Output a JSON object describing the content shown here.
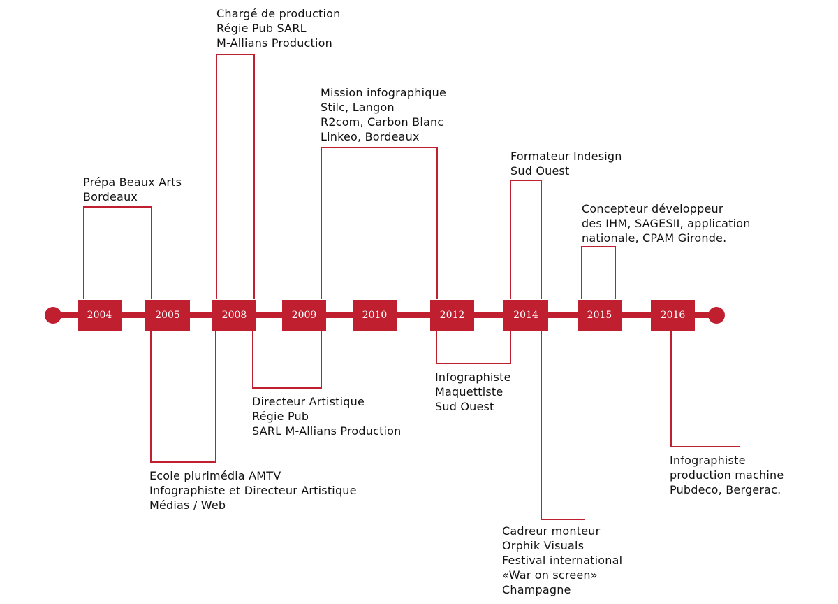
{
  "timeline": {
    "accent_color": "#c01f2f",
    "years": [
      "2004",
      "2005",
      "2008",
      "2009",
      "2010",
      "2012",
      "2014",
      "2015",
      "2016"
    ]
  },
  "events": {
    "prepa": {
      "lines": [
        "Prépa Beaux Arts",
        "Bordeaux"
      ]
    },
    "charge": {
      "lines": [
        "Chargé de production",
        "Régie Pub SARL",
        "M-Allians Production"
      ]
    },
    "mission": {
      "lines": [
        "Mission infographique",
        "Stilc, Langon",
        "R2com, Carbon Blanc",
        "Linkeo, Bordeaux"
      ]
    },
    "formateur": {
      "lines": [
        "Formateur Indesign",
        "Sud Ouest"
      ]
    },
    "concepteur": {
      "lines": [
        "Concepteur développeur",
        "des IHM, SAGESII, application",
        "nationale, CPAM Gironde."
      ]
    },
    "directeur": {
      "lines": [
        "Directeur Artistique",
        "Régie Pub",
        "SARL M-Allians Production"
      ]
    },
    "infographiste_so": {
      "lines": [
        "Infographiste",
        "Maquettiste",
        "Sud Ouest"
      ]
    },
    "ecole": {
      "lines": [
        "Ecole plurimédia AMTV",
        "Infographiste et Directeur Artistique",
        "Médias / Web"
      ]
    },
    "pubdeco": {
      "lines": [
        "Infographiste",
        "production machine",
        "Pubdeco, Bergerac."
      ]
    },
    "cadreur": {
      "lines": [
        "Cadreur monteur",
        "Orphik Visuals",
        "Festival international",
        "«War on screen»",
        "Champagne"
      ]
    }
  }
}
